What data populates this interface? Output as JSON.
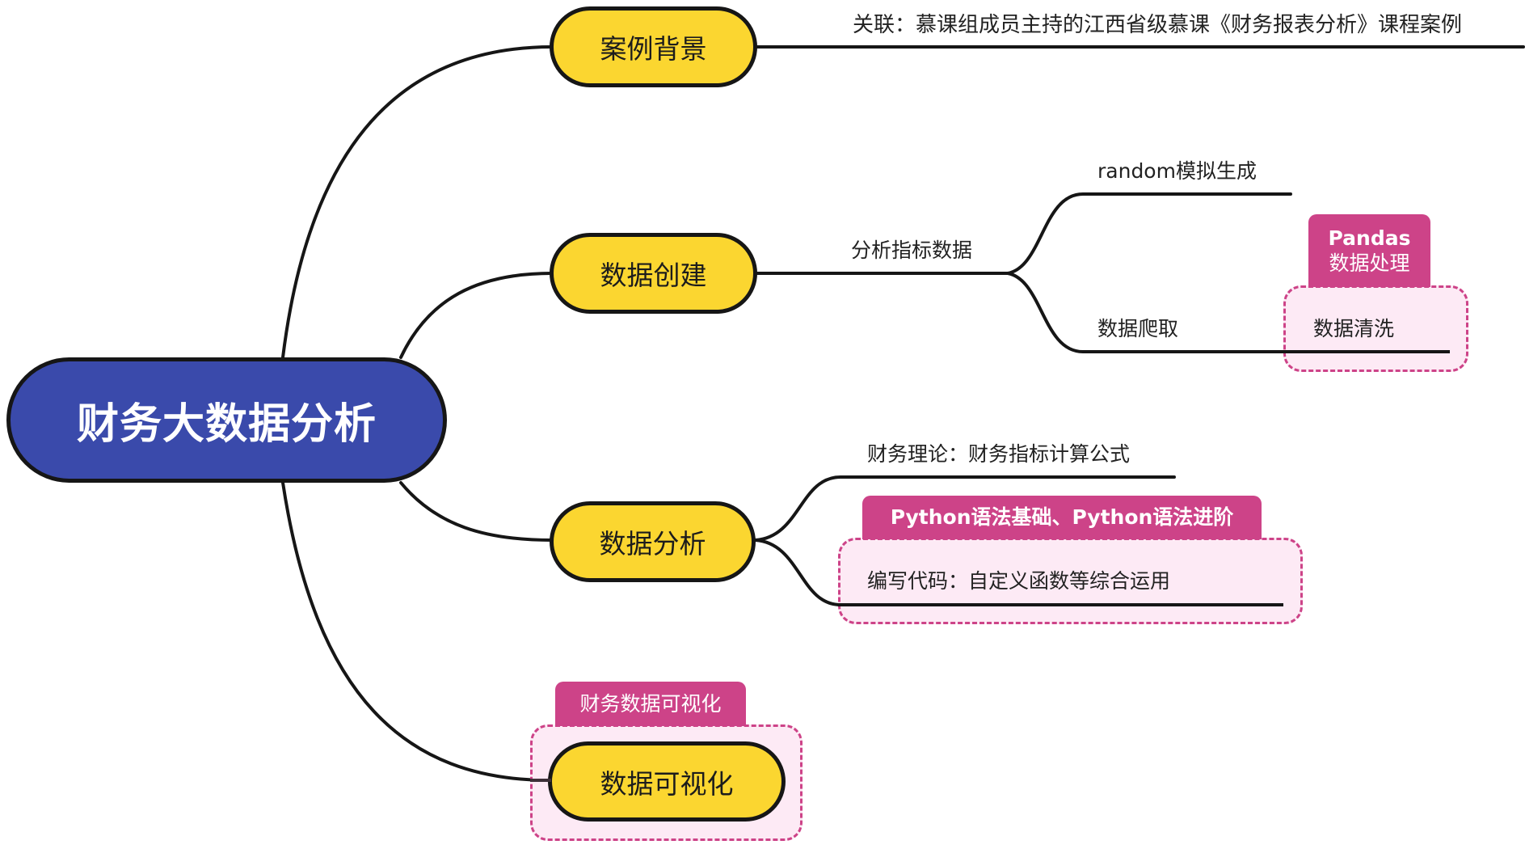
{
  "root": {
    "label": "财务大数据分析"
  },
  "topics": [
    {
      "label": "案例背景",
      "children": [
        {
          "label": "关联：慕课组成员主持的江西省级慕课《财务报表分析》课程案例"
        }
      ]
    },
    {
      "label": "数据创建",
      "children": [
        {
          "label": "分析指标数据",
          "children": [
            {
              "label": "random模拟生成"
            },
            {
              "label": "数据爬取",
              "children": [
                {
                  "label": "数据清洗"
                }
              ]
            }
          ]
        }
      ],
      "boundary": {
        "tag_line1": "Pandas",
        "tag_line2": "数据处理"
      }
    },
    {
      "label": "数据分析",
      "children": [
        {
          "label": "财务理论：财务指标计算公式"
        },
        {
          "label": "编写代码：自定义函数等综合运用"
        }
      ],
      "boundary": {
        "tag": "Python语法基础、Python语法进阶"
      }
    },
    {
      "label": "数据可视化",
      "boundary": {
        "tag": "财务数据可视化"
      }
    }
  ],
  "colors": {
    "root_fill": "#3a4aab",
    "topic_fill": "#fbd630",
    "boundary_tag": "#cd4388",
    "boundary_fill": "#fdeaf5",
    "line": "#161616"
  }
}
